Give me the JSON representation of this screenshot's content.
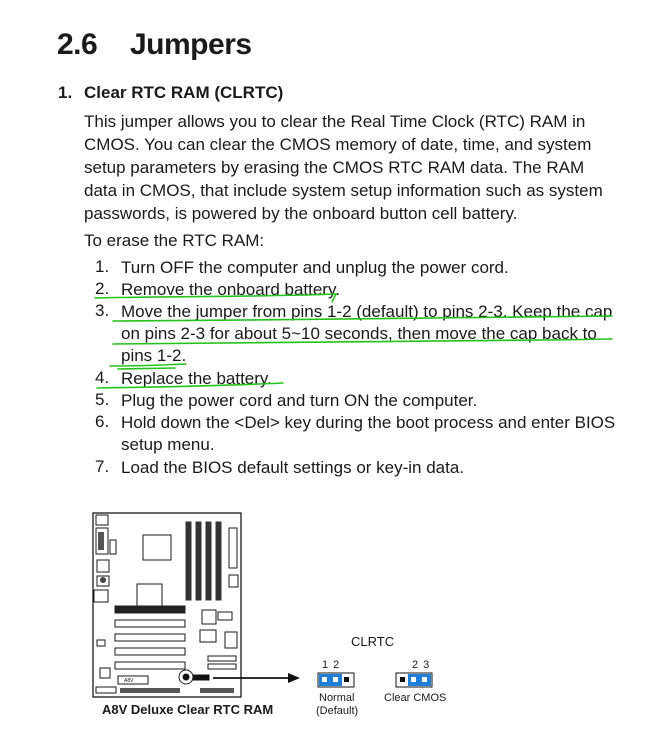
{
  "section": {
    "number": "2.6",
    "title": "Jumpers"
  },
  "item": {
    "number": "1.",
    "title": "Clear RTC RAM (CLRTC)"
  },
  "description_lines": [
    "This jumper allows you to clear the  Real Time Clock (RTC) RAM in",
    "CMOS. You can clear the CMOS memory of date, time, and system",
    "setup parameters by erasing the CMOS RTC RAM data. The RAM",
    "data in CMOS, that include system setup information such as system",
    "passwords, is powered by the onboard button cell battery."
  ],
  "erase_intro": "To erase the RTC RAM:",
  "steps": [
    {
      "num": "1.",
      "lines": [
        "Turn OFF the computer and unplug the power cord."
      ]
    },
    {
      "num": "2.",
      "lines": [
        "Remove the onboard battery."
      ]
    },
    {
      "num": "3.",
      "lines": [
        "Move the jumper from pins 1-2 (default) to pins 2-3. Keep the cap",
        "on pins 2-3 for about 5~10 seconds, then move the cap back to",
        "pins 1-2."
      ]
    },
    {
      "num": "4.",
      "lines": [
        "Replace the battery."
      ]
    },
    {
      "num": "5.",
      "lines": [
        "Plug the power cord and turn ON the computer."
      ]
    },
    {
      "num": "6.",
      "lines": [
        "Hold down the <Del> key during the boot process and enter BIOS",
        "setup menu."
      ]
    },
    {
      "num": "7.",
      "lines": [
        "Load the BIOS default settings or key-in data."
      ]
    }
  ],
  "figure": {
    "caption": "A8V Deluxe Clear RTC RAM",
    "board_label": "A8V",
    "jumper_name": "CLRTC",
    "normal_pins": "1 2",
    "clear_pins": "2 3",
    "normal_label": "Normal",
    "normal_sub": "(Default)",
    "clear_label": "Clear CMOS",
    "jumper_color": "#1f7fd6"
  },
  "annotation_color": "#22c41a"
}
